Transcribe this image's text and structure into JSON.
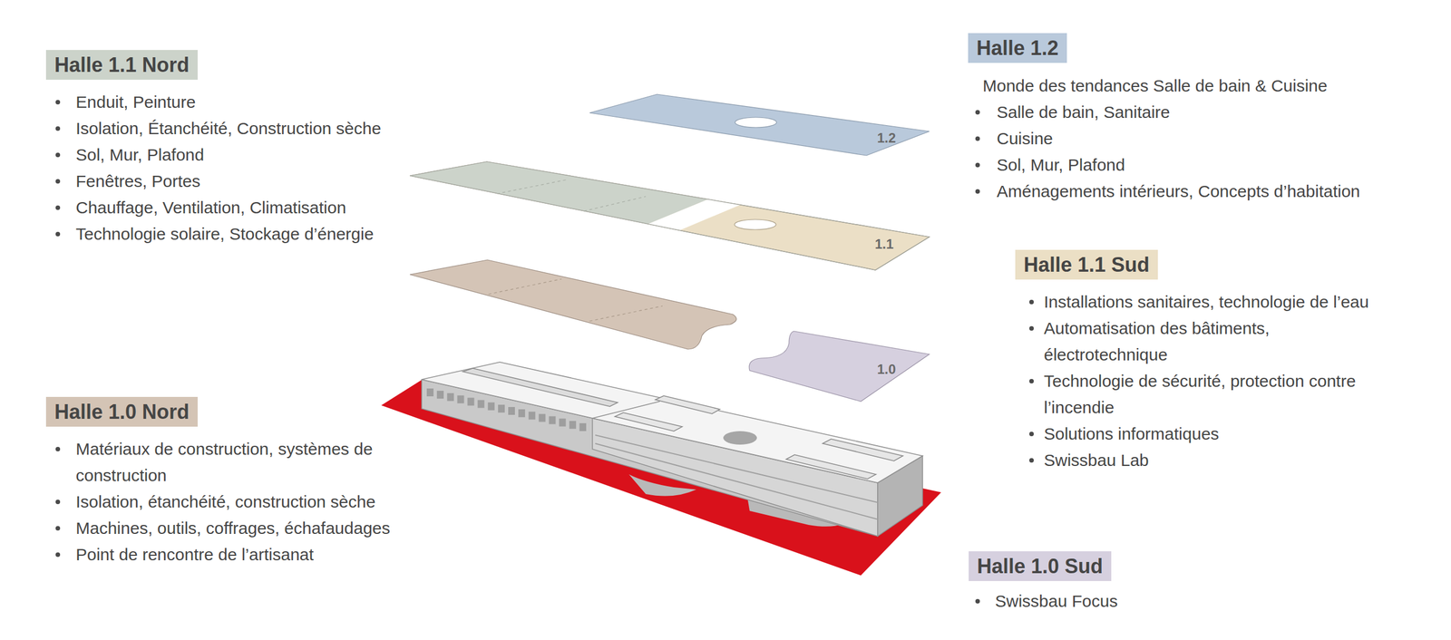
{
  "diagram": {
    "nodes": [
      {
        "text": [
          "Halle 1.1 Nord",
          "Enduit, Peinture",
          "Isolation, Étanchéité, Construction sèche",
          "Sol, Mur, Plafond",
          "Fenêtres, Portes",
          "Chauffage, Ventilation, Climatisation",
          "Technologie solaire, Stockage d’énergie"
        ]
      },
      {
        "text": [
          "Halle 1.2",
          "Monde des tendances Salle de bain & Cuisine",
          "Salle de bain, Sanitaire",
          "Cuisine",
          "Sol, Mur, Plafond",
          "Aménagements intérieurs, Concepts d’habitation"
        ]
      },
      {
        "text": [
          "Halle 1.1 Sud",
          "Installations sanitaires, technologie de l’eau",
          "Automatisation des bâtiments, électrotechnique",
          "Technologie de sécurité, protection contre l’incendie",
          "Solutions informatiques",
          "Swissbau Lab"
        ]
      },
      {
        "text": [
          "Halle 1.0 Nord",
          "Matériaux de construction, systèmes de construction",
          "Isolation, étanchéité, construction sèche",
          "Machines, outils, coffrages, échafaudages",
          "Point de rencontre de l’artisanat"
        ]
      },
      {
        "text": [
          "Halle 1.0 Sud",
          "Swissbau Focus"
        ]
      }
    ],
    "labels": [
      "1.2",
      "1.1",
      "1.0"
    ]
  }
}
